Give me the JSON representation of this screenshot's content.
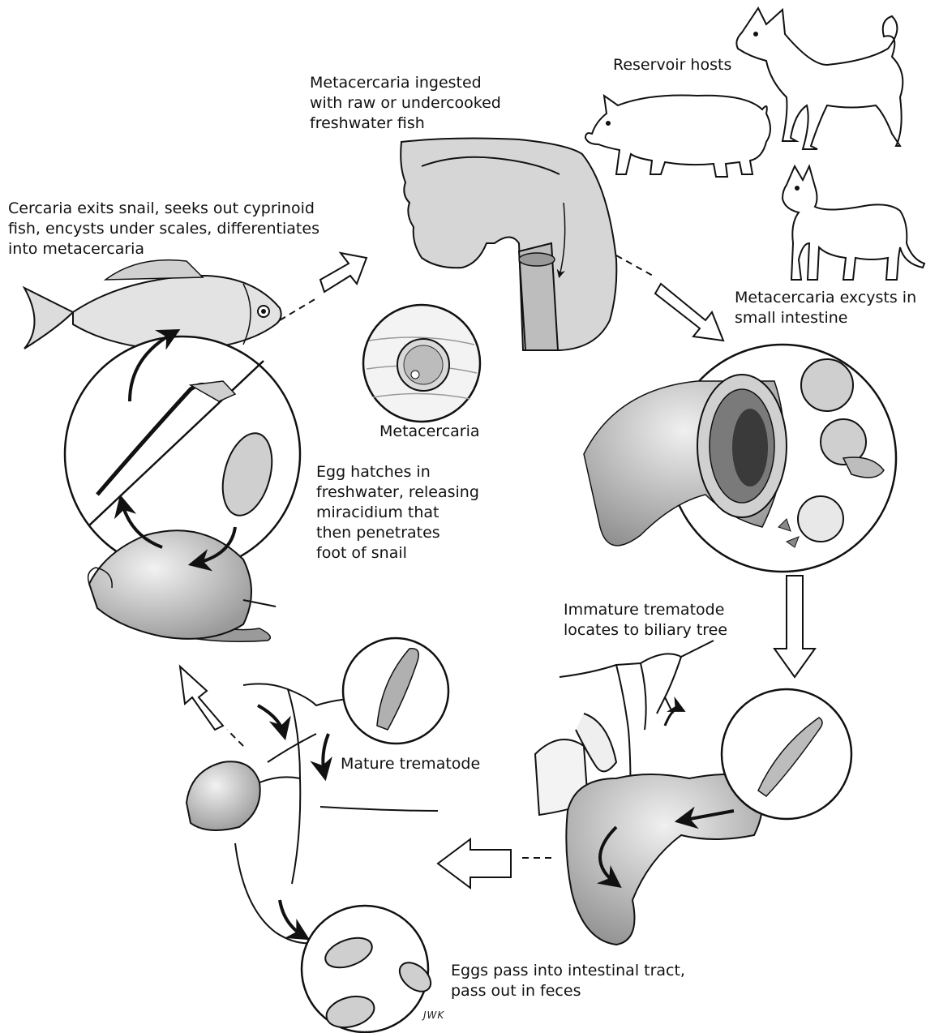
{
  "labels": {
    "reservoir_hosts": "Reservoir hosts",
    "metacercaria_ingested": "Metacercaria ingested\nwith raw or undercooked\nfreshwater fish",
    "cercaria_exits": "Cercaria exits snail, seeks out cyprinoid\nfish, encysts under scales, differentiates\ninto metacercaria",
    "metacercaria_excysts": "Metacercaria excysts in\nsmall intestine",
    "metacercaria": "Metacercaria",
    "egg_hatches": "Egg hatches in\nfreshwater, releasing\nmiracidium that\nthen penetrates\nfoot of snail",
    "immature_trematode": "Immature trematode\nlocates to biliary tree",
    "mature_trematode": "Mature trematode",
    "eggs_pass": "Eggs pass into intestinal tract,\npass out in feces",
    "signature": "JWK"
  },
  "icons": [
    "dog-icon",
    "pig-icon",
    "cat-icon",
    "fish-icon",
    "snail-icon",
    "intestine-icon",
    "gallbladder-icon",
    "biliary-tree-icon"
  ],
  "colors": {
    "ink": "#111111",
    "shade": "#c8c8c8",
    "fill": "#e6e6e6",
    "background": "#ffffff"
  }
}
